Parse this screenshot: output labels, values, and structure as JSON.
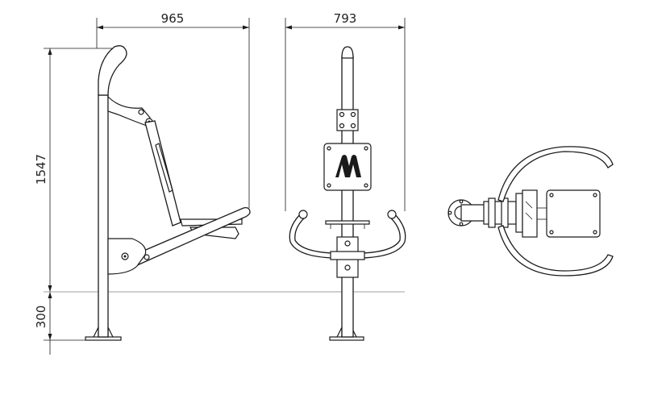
{
  "dimensions": {
    "side_width": "965",
    "front_width": "793",
    "total_height": "1547",
    "base_height": "300"
  },
  "colors": {
    "line": "#1a1a1a",
    "ground_line": "#a0a0a0",
    "background": "#ffffff"
  }
}
